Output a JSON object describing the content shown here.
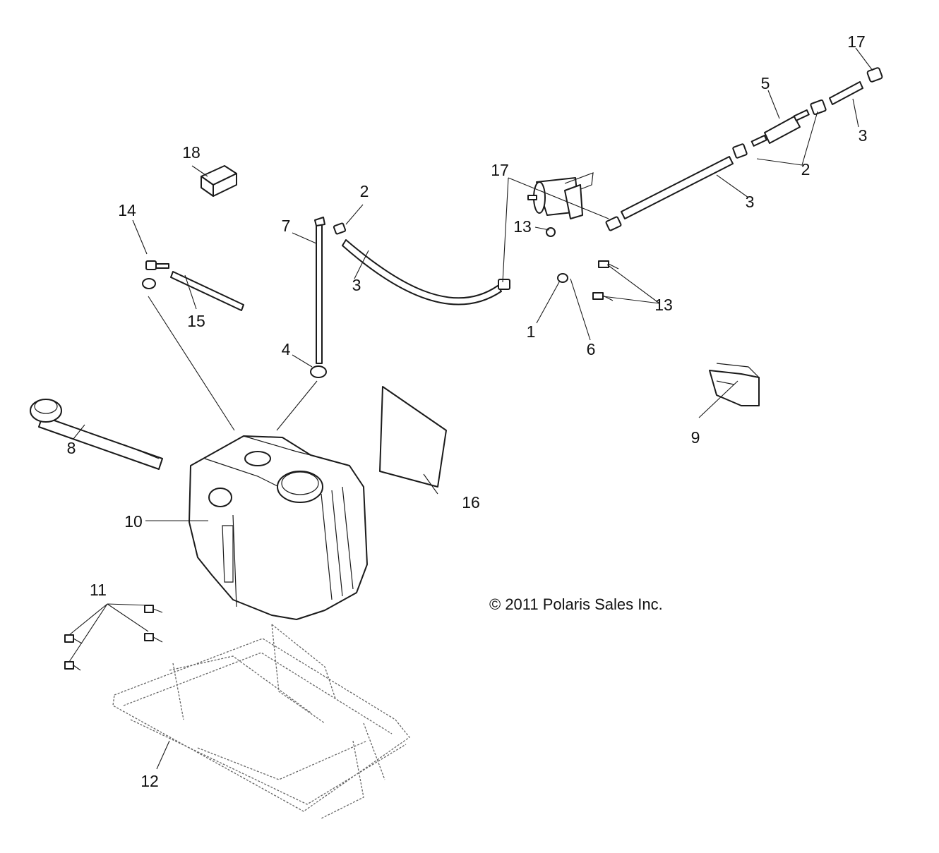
{
  "callouts": {
    "c1": "1",
    "c2a": "2",
    "c2b": "2",
    "c3a": "3",
    "c3b": "3",
    "c3c": "3",
    "c4": "4",
    "c5": "5",
    "c6": "6",
    "c7": "7",
    "c8": "8",
    "c9": "9",
    "c10": "10",
    "c11": "11",
    "c12": "12",
    "c13a": "13",
    "c13b": "13",
    "c14": "14",
    "c15": "15",
    "c16": "16",
    "c17a": "17",
    "c17b": "17",
    "c18": "18"
  },
  "copyright": "© 2011  Polaris Sales Inc."
}
